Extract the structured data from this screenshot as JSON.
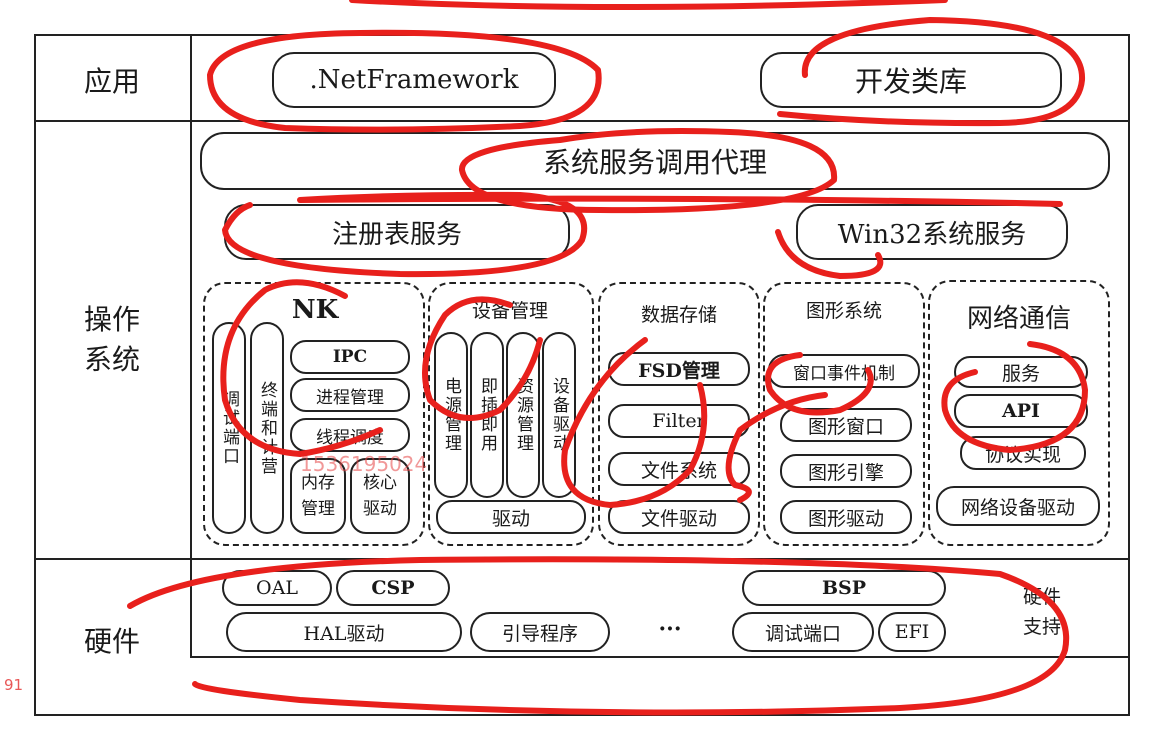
{
  "layers": {
    "app": "应用",
    "os": "操作\n系统",
    "hardware": "硬件",
    "hardware_support": "硬件\n支持"
  },
  "app": {
    "netframework": ".NetFramework",
    "dev_libs": "开发类库"
  },
  "os": {
    "syscall_proxy": "系统服务调用代理",
    "registry": "注册表服务",
    "win32": "Win32系统服务",
    "nk": {
      "title": "NK",
      "debug_port": "调试端口",
      "terminal": "终端和计营",
      "ipc": "IPC",
      "process_mgmt": "进程管理",
      "thread_sched": "线程调度",
      "memory_mgmt": "内存\n管理",
      "core_driver": "核心\n驱动"
    },
    "device_mgmt": {
      "title": "设备管理",
      "power": "电源管理",
      "plug": "即插即用",
      "resource": "资源管理",
      "device_driver": "设备驱动",
      "driver": "驱动"
    },
    "storage": {
      "title": "数据存储",
      "fsd": "FSD管理",
      "filter": "Filter",
      "file_system": "文件系统",
      "file_driver": "文件驱动"
    },
    "graphics": {
      "title": "图形系统",
      "window_event": "窗口事件机制",
      "graphic_window": "图形窗口",
      "graphic_engine": "图形引擎",
      "graphic_driver": "图形驱动"
    },
    "network": {
      "title": "网络通信",
      "service": "服务",
      "api": "API",
      "protocol": "协议实现",
      "net_driver": "网络设备驱动"
    }
  },
  "hardware": {
    "oal": "OAL",
    "csp": "CSP",
    "hal": "HAL驱动",
    "bootloader": "引导程序",
    "ellipsis": "···",
    "bsp": "BSP",
    "debug_port": "调试端口",
    "efi": "EFI"
  },
  "watermark": {
    "center": "1536195024",
    "left": "91"
  },
  "colors": {
    "ink": "#e8201c",
    "line": "#222222"
  }
}
